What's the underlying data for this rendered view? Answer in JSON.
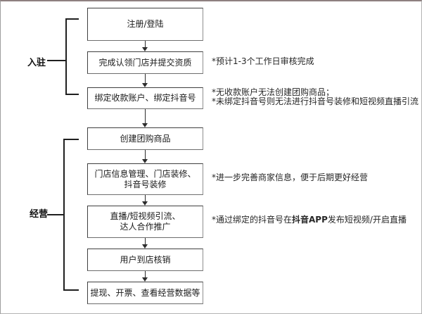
{
  "sections": [
    {
      "label": "入驻"
    },
    {
      "label": "经营"
    }
  ],
  "flow": {
    "steps": [
      {
        "label": "注册/登陆"
      },
      {
        "label": "完成认领门店并提交资质"
      },
      {
        "label": "绑定收款账户、绑定抖音号"
      },
      {
        "label": "创建团购商品"
      },
      {
        "label": "门店信息管理、门店装修、\n抖音号装修"
      },
      {
        "label": "直播/短视频引流、\n达人合作推广"
      },
      {
        "label": "用户到店核销"
      },
      {
        "label": "提现、开票、查看经营数据等"
      }
    ]
  },
  "annotations": [
    {
      "text": "*预计1-3个工作日审核完成"
    },
    {
      "text": "*无收款账户无法创建团购商品；\n*未绑定抖音号则无法进行抖音号装修和短视频直播引流"
    },
    {
      "text": "*进一步完善商家信息，便于后期更好经营"
    },
    {
      "pre": "*通过绑定的抖音号在",
      "bold": "抖音APP",
      "post": "发布短视频/开启直播"
    }
  ],
  "colors": {
    "line": "#1f1f1f",
    "box_border": "#3f3f3f",
    "text": "#1a1a1a"
  }
}
